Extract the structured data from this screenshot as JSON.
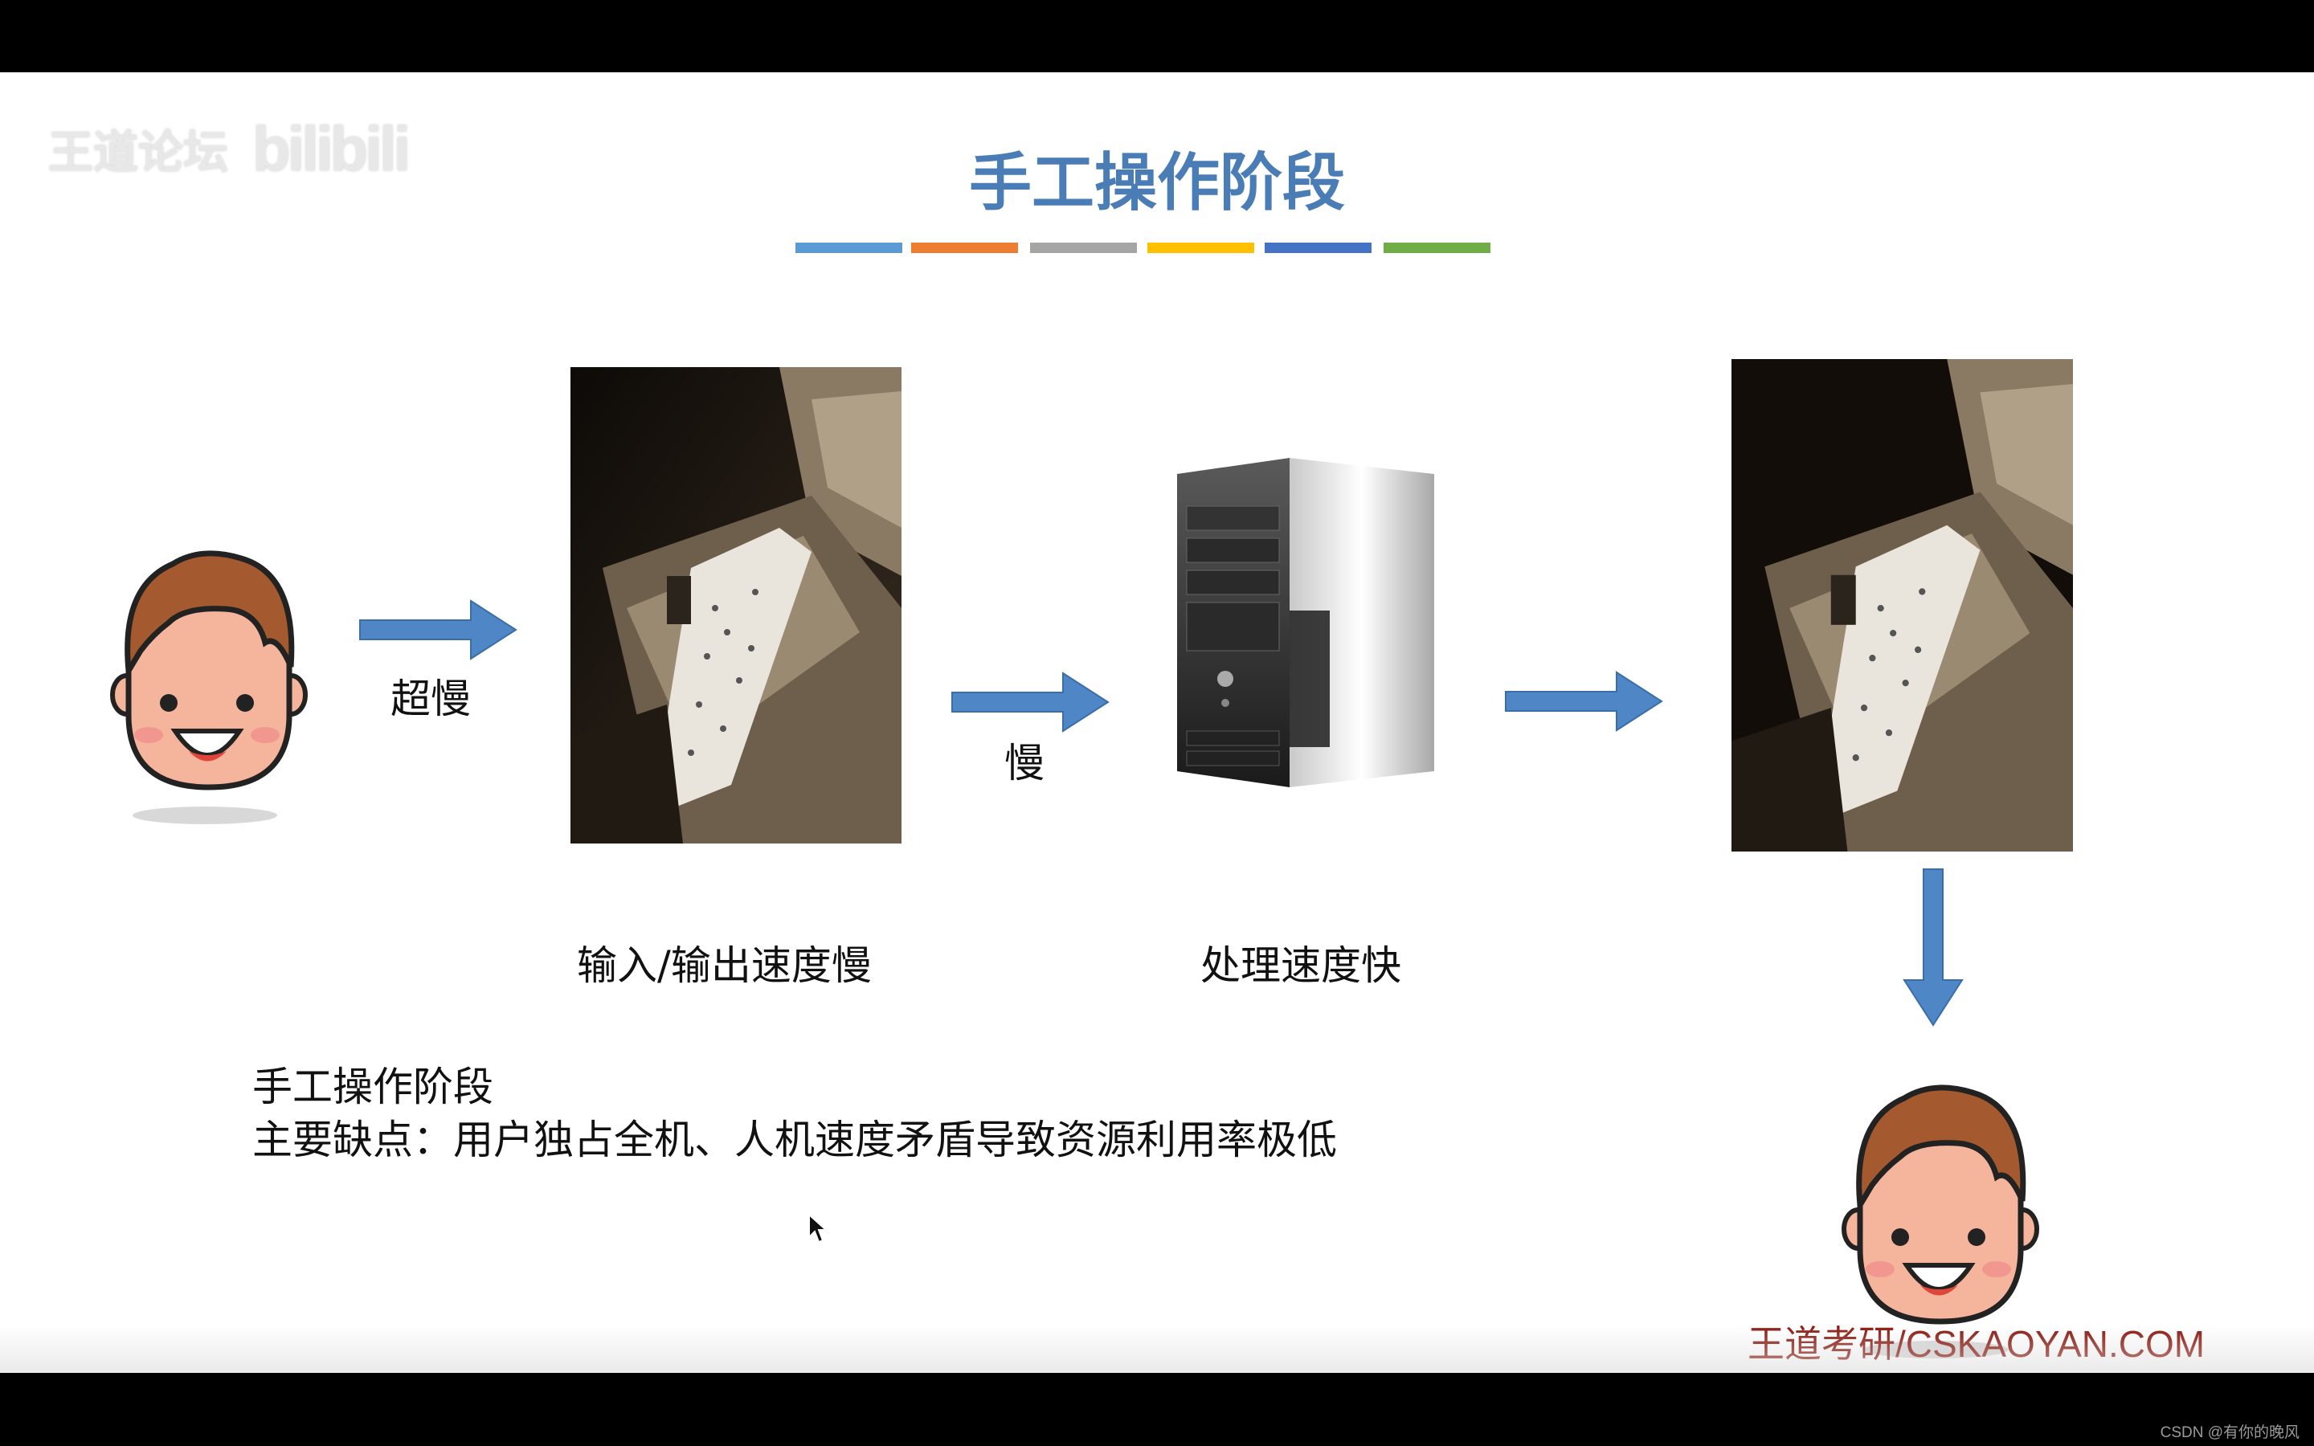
{
  "slide": {
    "title": "手工操作阶段",
    "watermark": {
      "site_text": "王道论坛",
      "logo_text": "bilibili"
    },
    "color_strip": [
      "#5b9bd5",
      "#ed7d31",
      "#a5a5a5",
      "#ffc000",
      "#4472c4",
      "#70ad47"
    ],
    "arrows": {
      "label_1": "超慢",
      "label_2": "慢"
    },
    "captions": {
      "io": "输入/输出速度慢",
      "cpu": "处理速度快"
    },
    "summary": {
      "line1": "手工操作阶段",
      "line2": "主要缺点：用户独占全机、人机速度矛盾导致资源利用率极低"
    },
    "footer_brand": "王道考研/CSKAOYAN.COM"
  },
  "player": {
    "csdn_credit": "CSDN @有你的晚风"
  }
}
